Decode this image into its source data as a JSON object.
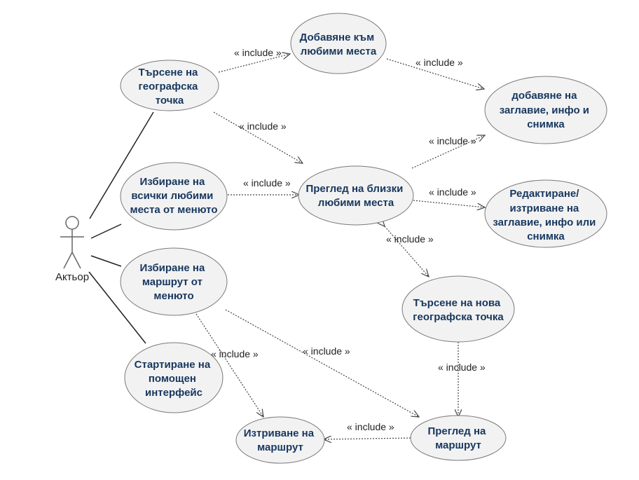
{
  "actor": {
    "label": "Актьор"
  },
  "include_label": "« include »",
  "use_cases": [
    {
      "id": "search_geo",
      "lines": [
        "Търсене на",
        "географска",
        "точка"
      ]
    },
    {
      "id": "add_fav",
      "lines": [
        "Добавяне към",
        "любими места"
      ]
    },
    {
      "id": "add_title",
      "lines": [
        "добавяне на",
        "заглавие, инфо и",
        "снимка"
      ]
    },
    {
      "id": "choose_fav_menu",
      "lines": [
        "Избиране на",
        "всички любими",
        "места от менюто"
      ]
    },
    {
      "id": "view_nearby",
      "lines": [
        "Преглед на близки",
        "любими места"
      ]
    },
    {
      "id": "edit_delete",
      "lines": [
        "Редактиране/",
        "изтриване на",
        "заглавие, инфо или",
        "снимка"
      ]
    },
    {
      "id": "choose_route_menu",
      "lines": [
        "Избиране на",
        "маршрут от",
        "менюто"
      ]
    },
    {
      "id": "search_new_geo",
      "lines": [
        "Търсене на нова",
        "географска точка"
      ]
    },
    {
      "id": "start_help",
      "lines": [
        "Стартиране на",
        "помощен",
        "интерфейс"
      ]
    },
    {
      "id": "delete_route",
      "lines": [
        "Изтриване на",
        "маршрут"
      ]
    },
    {
      "id": "view_route",
      "lines": [
        "Преглед на",
        "маршрут"
      ]
    }
  ]
}
